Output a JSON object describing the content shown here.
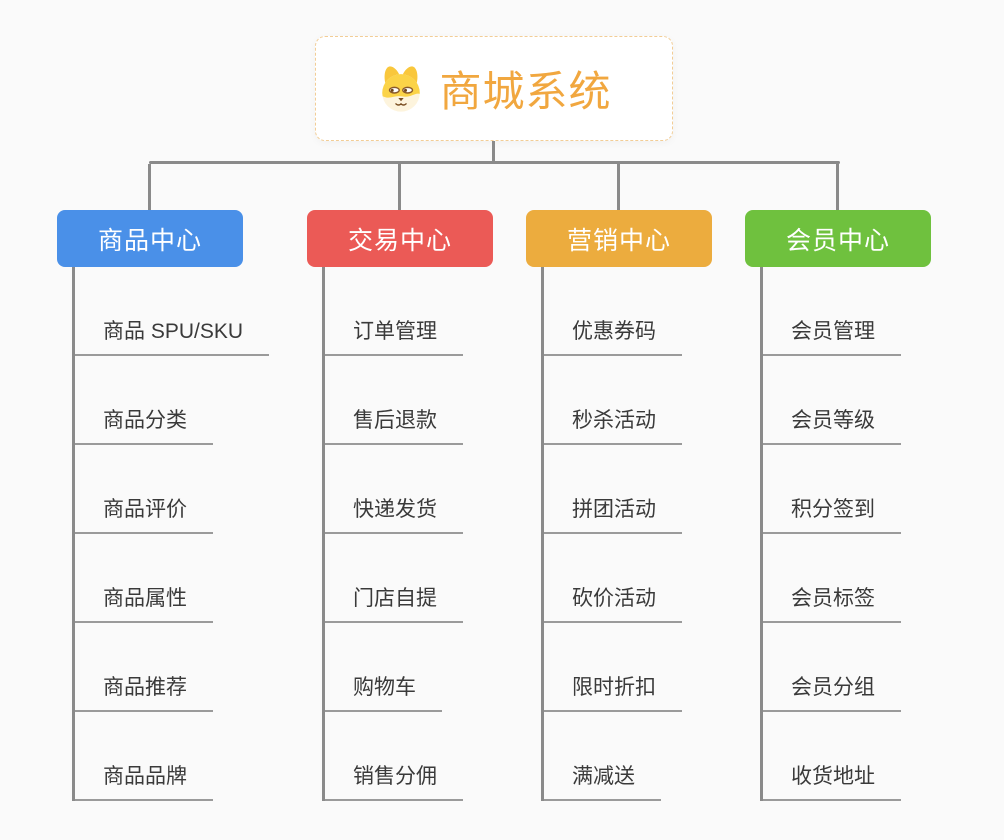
{
  "root": {
    "title": "商城系统",
    "icon": "dog-icon",
    "title_color": "#f1a73f",
    "border_color": "#f2cd96"
  },
  "connector_color": "#8a8a8a",
  "branches": [
    {
      "label": "商品中心",
      "color": "#4a90e8",
      "items": [
        "商品 SPU/SKU",
        "商品分类",
        "商品评价",
        "商品属性",
        "商品推荐",
        "商品品牌"
      ]
    },
    {
      "label": "交易中心",
      "color": "#eb5a56",
      "items": [
        "订单管理",
        "售后退款",
        "快递发货",
        "门店自提",
        "购物车",
        "销售分佣"
      ]
    },
    {
      "label": "营销中心",
      "color": "#ecac3e",
      "items": [
        "优惠券码",
        "秒杀活动",
        "拼团活动",
        "砍价活动",
        "限时折扣",
        "满减送"
      ]
    },
    {
      "label": "会员中心",
      "color": "#6fc13e",
      "items": [
        "会员管理",
        "会员等级",
        "积分签到",
        "会员标签",
        "会员分组",
        "收货地址"
      ]
    }
  ]
}
